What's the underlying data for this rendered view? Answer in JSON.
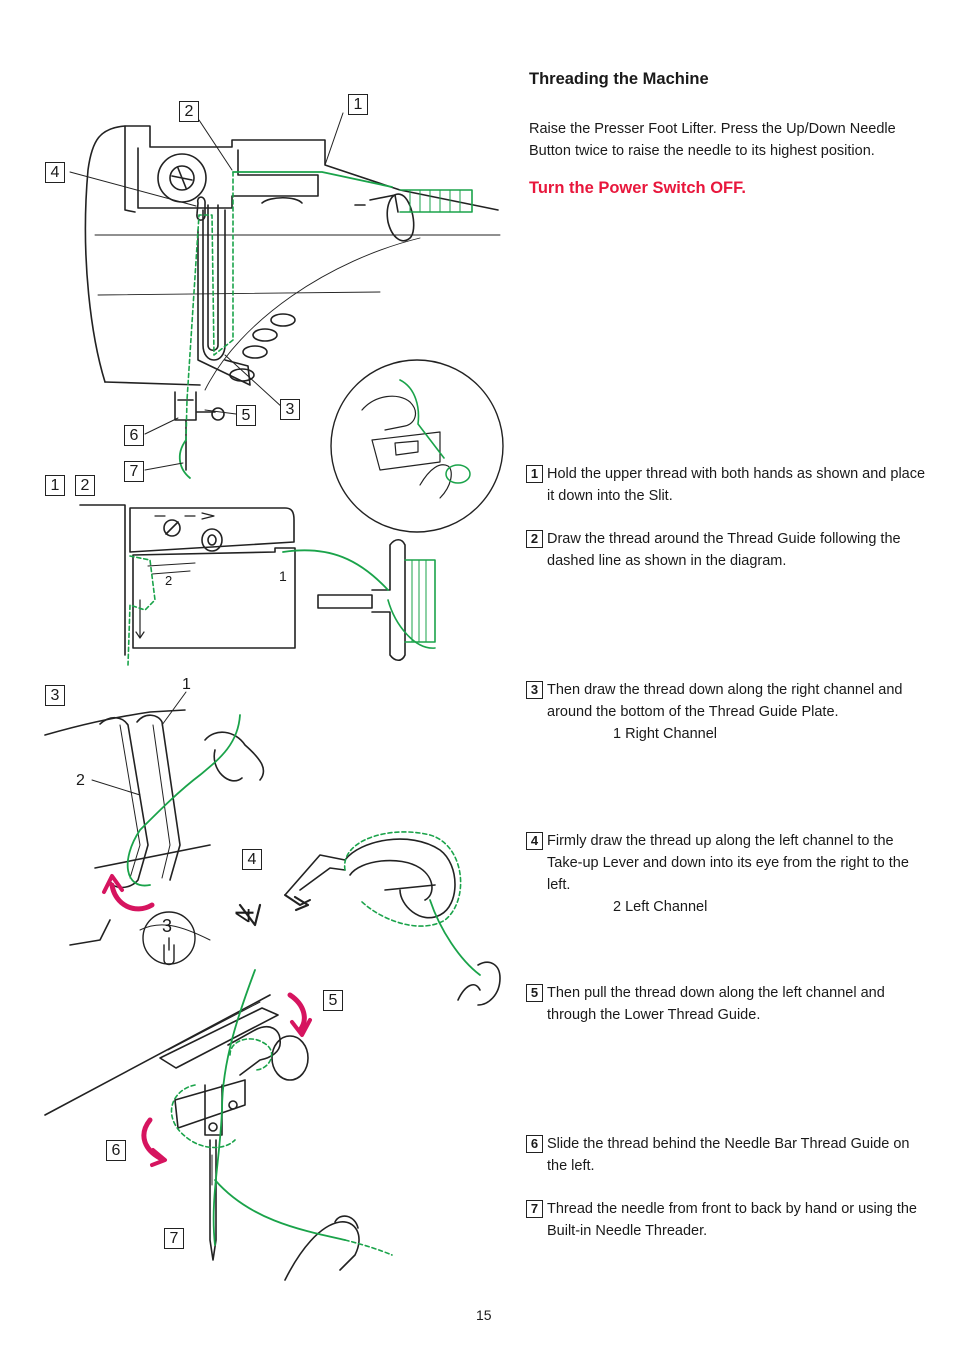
{
  "header": {
    "title": "Threading the Machine",
    "intro": "Raise the Presser Foot Lifter. Press the Up/Down Needle Button twice to raise the needle to its highest position.",
    "warning": "Turn the Power Switch OFF."
  },
  "steps": [
    {
      "num": "1",
      "text": "Hold the upper thread with both hands as shown and place it down into the Slit."
    },
    {
      "num": "2",
      "text": "Draw the thread around the Thread Guide following the dashed line as shown in the diagram."
    },
    {
      "num": "3",
      "text": "Then draw the thread down along the right channel and around the bottom of the Thread Guide Plate.",
      "sub": "1  Right Channel"
    },
    {
      "num": "4",
      "text": "Firmly draw the thread up along the left channel to the Take-up Lever and down into its eye from the right to the left.",
      "sub": "2  Left Channel"
    },
    {
      "num": "5",
      "text": "Then pull the thread down along the left channel and through the Lower Thread Guide."
    },
    {
      "num": "6",
      "text": "Slide the thread behind the Needle Bar Thread Guide on the left."
    },
    {
      "num": "7",
      "text": "Thread the needle from front to back by hand or using the Built-in Needle Threader."
    }
  ],
  "callouts": {
    "c1": "1",
    "c2": "2",
    "c3": "3",
    "c4": "4",
    "c5": "5",
    "c6": "6",
    "c7": "7",
    "d12a": "1",
    "d12b": "2",
    "d3": "3",
    "d4": "4",
    "d5": "5",
    "d6": "6",
    "d7": "7"
  },
  "labels": {
    "guide_2": "2",
    "guide_1": "1",
    "channel_1": "1",
    "channel_2": "2",
    "fig3_num": "3",
    "fig4_glyph": "4"
  },
  "footer": {
    "page_number": "15"
  },
  "colors": {
    "thread": "#1aa34a",
    "accent_red": "#e8173c",
    "arrow_magenta": "#d6145f"
  }
}
